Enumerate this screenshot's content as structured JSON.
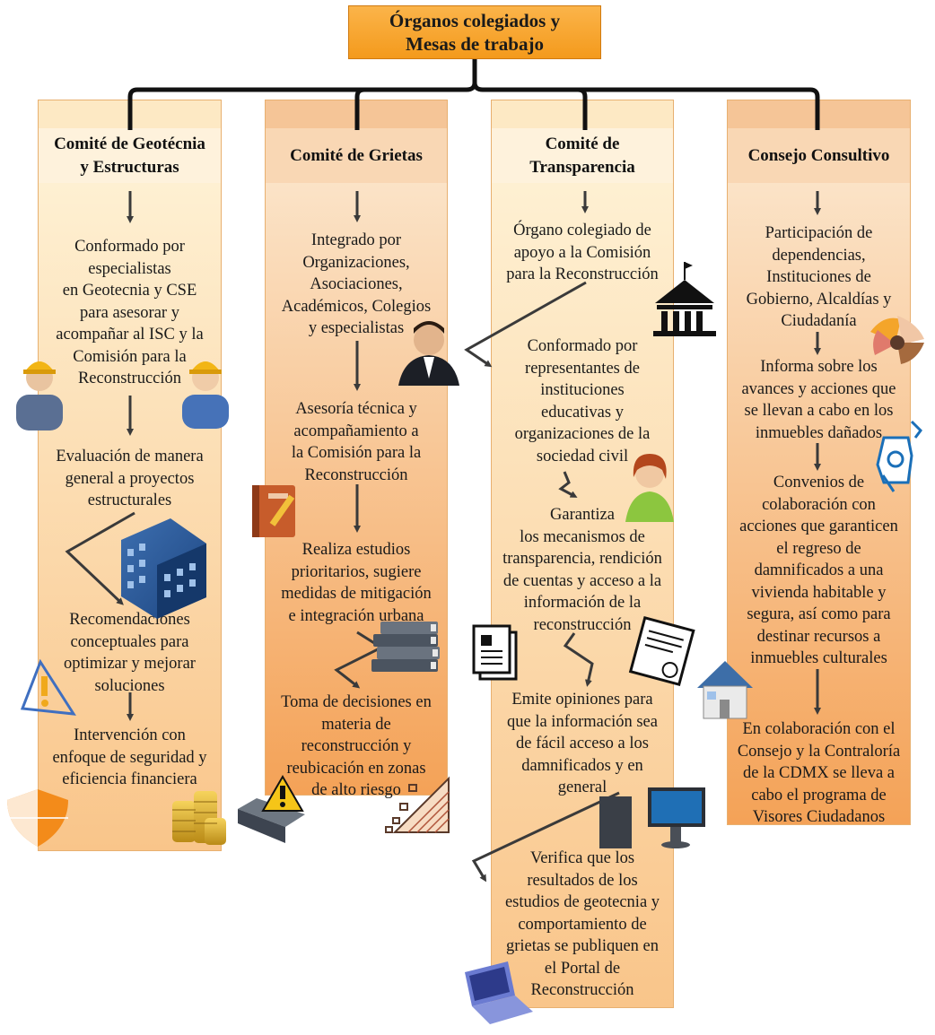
{
  "title": {
    "lines": [
      "Órganos colegiados y",
      "Mesas de trabajo"
    ]
  },
  "columns": [
    {
      "heading": [
        "Comité de Geotécnia",
        "y Estructuras"
      ],
      "items": [
        [
          "Conformado por",
          "especialistas",
          "en Geotecnia y CSE",
          "para asesorar y",
          "acompañar al ISC y la",
          "Comisión para la",
          "Reconstrucción"
        ],
        [
          "Evaluación de manera",
          "general a proyectos",
          "estructurales"
        ],
        [
          "Recomendaciones",
          "conceptuales para",
          "optimizar y mejorar",
          "soluciones"
        ],
        [
          "Intervención con",
          "enfoque de seguridad y",
          "eficiencia financiera"
        ]
      ]
    },
    {
      "heading": [
        "Comité de Grietas"
      ],
      "items": [
        [
          "Integrado por",
          "Organizaciones,",
          "Asociaciones,",
          "Académicos, Colegios",
          "y especialistas"
        ],
        [
          "Asesoría técnica y",
          "acompañamiento a",
          "la Comisión para la",
          "Reconstrucción"
        ],
        [
          "Realiza estudios",
          "prioritarios, sugiere",
          "medidas de mitigación",
          "e integración urbana"
        ],
        [
          "Toma de decisiones en",
          "materia de",
          "reconstrucción y",
          "reubicación en zonas",
          "de alto riesgo"
        ]
      ]
    },
    {
      "heading": [
        "Comité de",
        "Transparencia"
      ],
      "items": [
        [
          "Órgano colegiado de",
          "apoyo a la Comisión",
          "para la Reconstrucción"
        ],
        [
          "Conformado por",
          "representantes de",
          "instituciones",
          "educativas y",
          "organizaciones de la",
          "sociedad civil"
        ],
        [
          "Garantiza",
          "los mecanismos de",
          "transparencia, rendición",
          "de cuentas y acceso a la",
          "información de la",
          "reconstrucción"
        ],
        [
          "Emite opiniones para",
          "que la información sea",
          "de fácil acceso a los",
          "damnificados y en",
          "general"
        ],
        [
          "Verifica que los",
          "resultados de los",
          "estudios de geotecnia y",
          "comportamiento de",
          "grietas se publiquen en",
          "el Portal de",
          "Reconstrucción"
        ]
      ]
    },
    {
      "heading": [
        "Consejo Consultivo"
      ],
      "items": [
        [
          "Participación de",
          "dependencias,",
          "Instituciones de",
          "Gobierno, Alcaldías y",
          "Ciudadanía"
        ],
        [
          "Informa sobre los",
          "avances y acciones que",
          "se llevan a cabo en los",
          "inmuebles dañados"
        ],
        [
          "Convenios de",
          "colaboración con",
          "acciones que garanticen",
          "el regreso de",
          "damnificados a una",
          "vivienda habitable y",
          "segura, así como para",
          "destinar recursos a",
          "inmuebles culturales"
        ],
        [
          "En colaboración con el",
          "Consejo y la Contraloría",
          "de la CDMX se lleva a",
          "cabo el programa de",
          "Visores Ciudadanos"
        ]
      ]
    }
  ],
  "icons": [
    "worker-man-icon",
    "worker-woman-icon",
    "building-icon",
    "warning-sign-icon",
    "shield-icon",
    "gold-coins-icon",
    "businessman-icon",
    "notebook-pencil-icon",
    "stacked-books-icon",
    "warning-book-icon",
    "rock-slide-icon",
    "government-building-icon",
    "businesswoman-icon",
    "document-icon",
    "certificate-icon",
    "house-icon",
    "desktop-computer-icon",
    "laptop-icon",
    "hands-together-icon",
    "settings-hand-icon"
  ]
}
